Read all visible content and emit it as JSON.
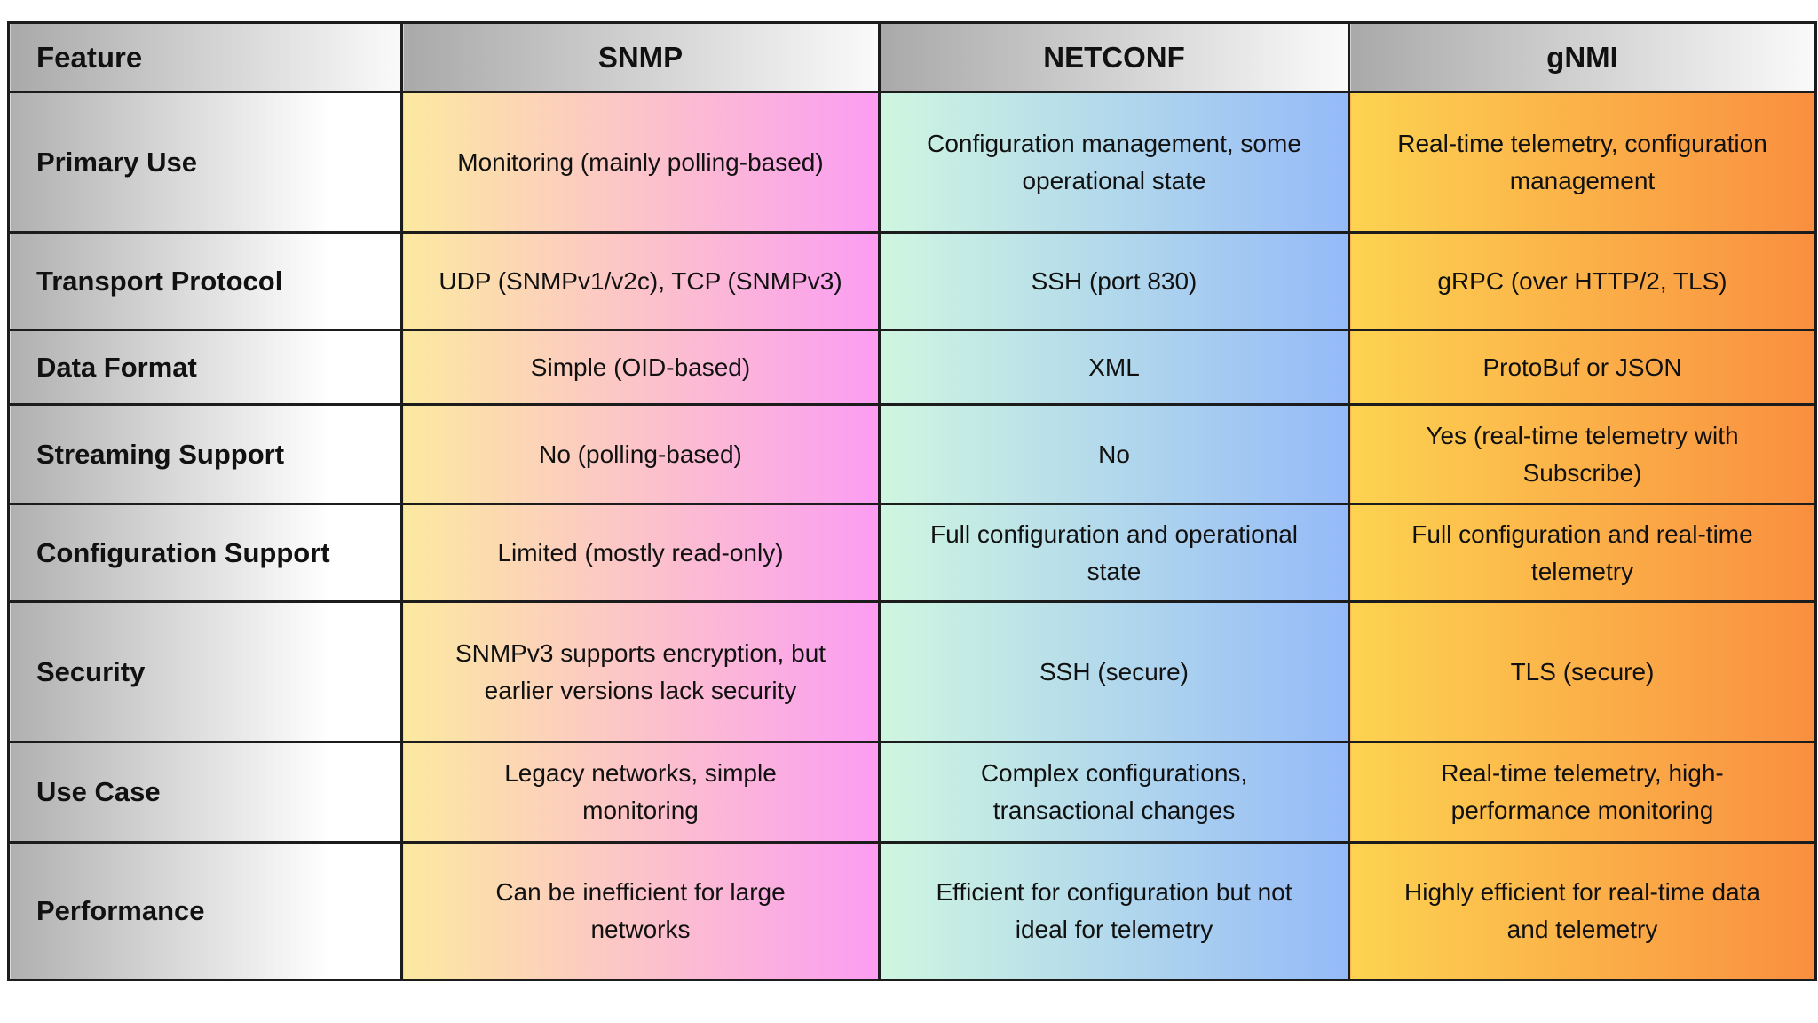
{
  "title": "Protocol comparison table: SNMP vs NETCONF vs gNMI",
  "colors": {
    "header_gradient": [
      "#a9a9a9",
      "#fafafa"
    ],
    "feature_column_gradient": [
      "#b0b0b0",
      "#ffffff"
    ],
    "snmp_column_gradient": [
      "#fce9a0",
      "#fb9df3"
    ],
    "netconf_column_gradient": [
      "#cff6e0",
      "#95baf8"
    ],
    "gnmi_column_gradient": [
      "#fdd351",
      "#f98f40"
    ],
    "border": "#1c1c1c",
    "text": "#111111",
    "page_background": "#ffffff"
  },
  "table": {
    "columns": [
      {
        "label": "Feature"
      },
      {
        "label": "SNMP"
      },
      {
        "label": "NETCONF"
      },
      {
        "label": "gNMI"
      }
    ],
    "rows": [
      {
        "feature": "Primary Use",
        "snmp": "Monitoring (mainly polling-based)",
        "netconf": "Configuration management, some\noperational state",
        "gnmi": "Real-time telemetry, configuration\nmanagement"
      },
      {
        "feature": "Transport Protocol",
        "snmp": "UDP (SNMPv1/v2c), TCP (SNMPv3)",
        "netconf": "SSH (port 830)",
        "gnmi": "gRPC (over HTTP/2, TLS)"
      },
      {
        "feature": "Data Format",
        "snmp": "Simple (OID-based)",
        "netconf": "XML",
        "gnmi": "ProtoBuf or JSON"
      },
      {
        "feature": "Streaming Support",
        "snmp": "No (polling-based)",
        "netconf": "No",
        "gnmi": "Yes (real-time telemetry with\nSubscribe)"
      },
      {
        "feature": "Configuration Support",
        "snmp": "Limited (mostly read-only)",
        "netconf": "Full configuration and operational\nstate",
        "gnmi": "Full configuration and real-time\ntelemetry"
      },
      {
        "feature": "Security",
        "snmp": "SNMPv3 supports encryption, but\nearlier versions lack security",
        "netconf": "SSH (secure)",
        "gnmi": "TLS (secure)"
      },
      {
        "feature": "Use Case",
        "snmp": "Legacy networks, simple\nmonitoring",
        "netconf": "Complex configurations,\ntransactional changes",
        "gnmi": "Real-time telemetry, high-\nperformance monitoring"
      },
      {
        "feature": "Performance",
        "snmp": "Can be inefficient for large\nnetworks",
        "netconf": "Efficient for configuration but not\nideal for telemetry",
        "gnmi": "Highly efficient for real-time data\nand telemetry"
      }
    ]
  }
}
